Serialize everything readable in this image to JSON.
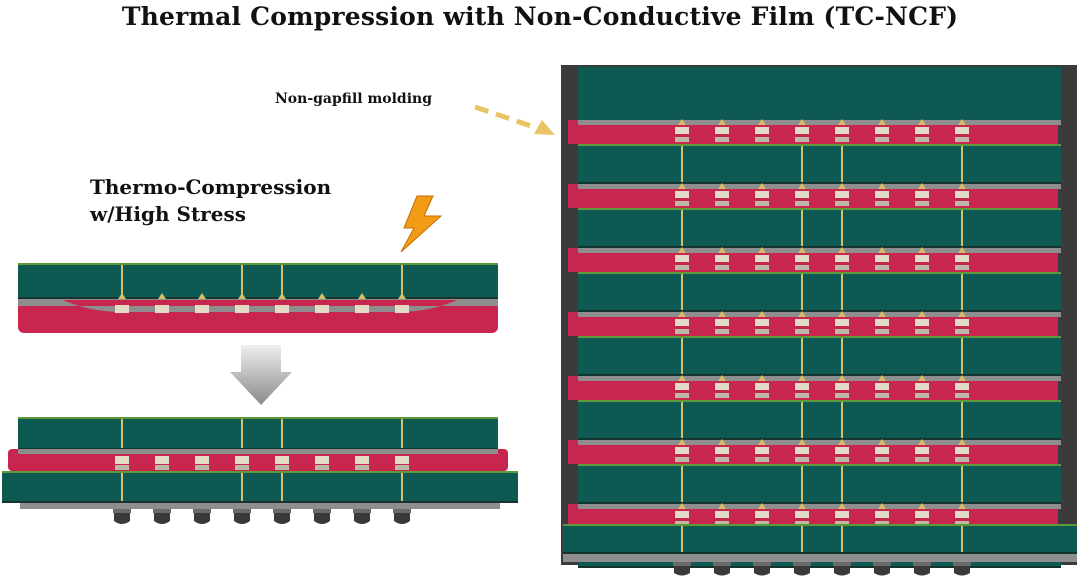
{
  "diagram": {
    "title": "Thermal Compression with Non-Conductive Film (TC-NCF)",
    "stress_label_line1": "Thermo-Compression",
    "stress_label_line2": "w/High Stress",
    "molding_label": "Non-gapfill molding"
  },
  "colors": {
    "die": "#0e5a52",
    "ncf": "#c8264e",
    "bump": "#e2dbc6",
    "tsv": "#d8c067",
    "mold": "#3b3b3b",
    "arrow": "#e8c465",
    "lightning": "#f29b15"
  },
  "stack": {
    "core_die_count": 7
  }
}
